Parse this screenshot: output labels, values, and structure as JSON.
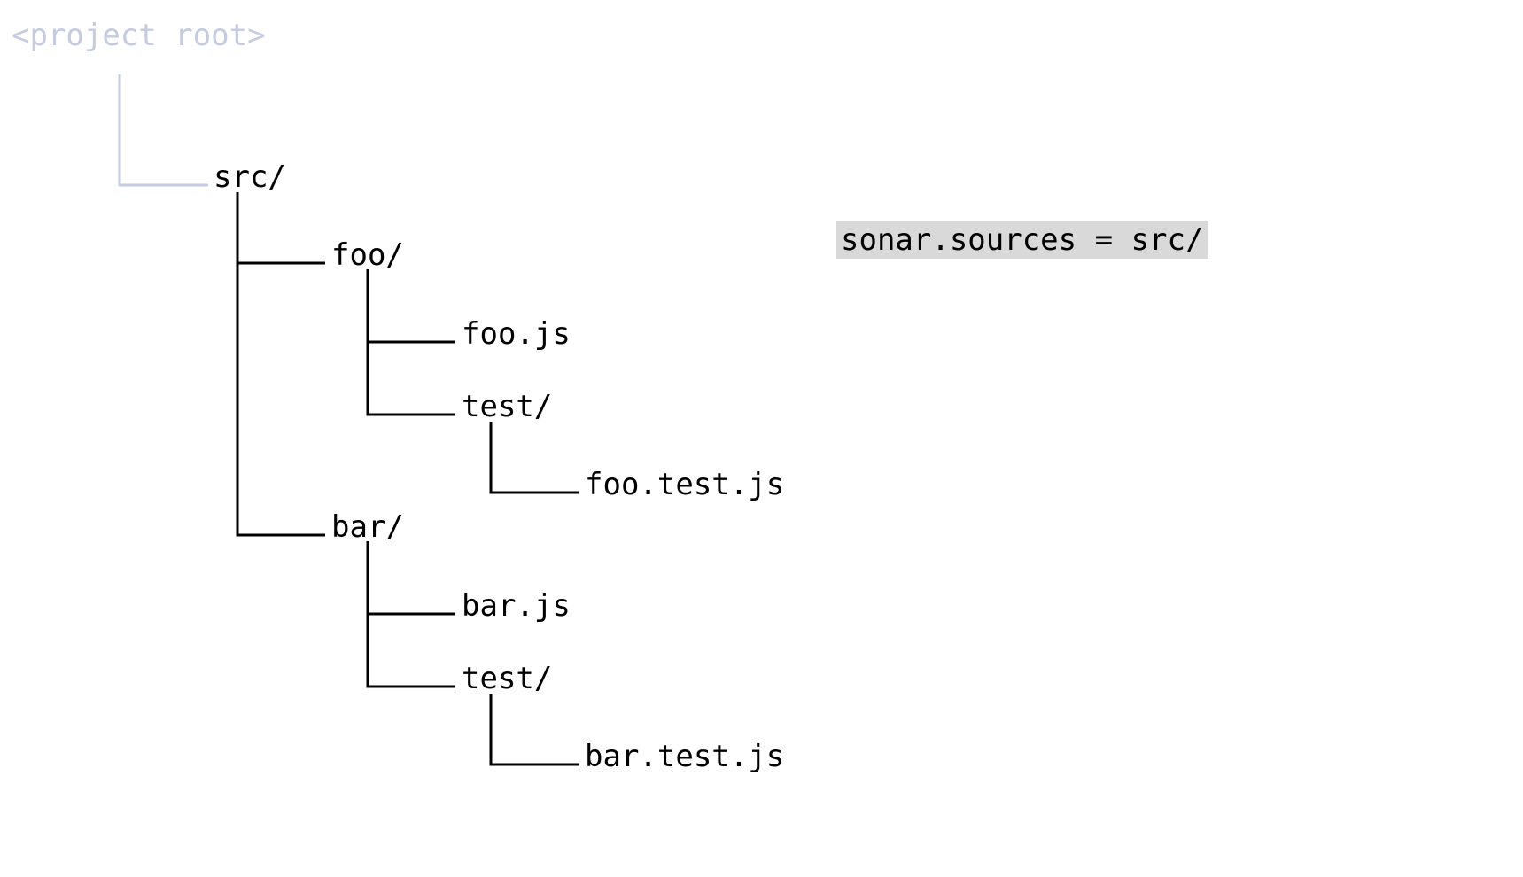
{
  "tree": {
    "root": "<project root>",
    "src": "src/",
    "foo_dir": "foo/",
    "foo_js": "foo.js",
    "foo_test_dir": "test/",
    "foo_test_js": "foo.test.js",
    "bar_dir": "bar/",
    "bar_js": "bar.js",
    "bar_test_dir": "test/",
    "bar_test_js": "bar.test.js"
  },
  "config": {
    "setting": "sonar.sources = src/"
  },
  "colors": {
    "root_text": "#c5cbe0",
    "root_line": "#c5cbe0",
    "tree_line": "#000000",
    "code_background": "#d9d9d9"
  }
}
